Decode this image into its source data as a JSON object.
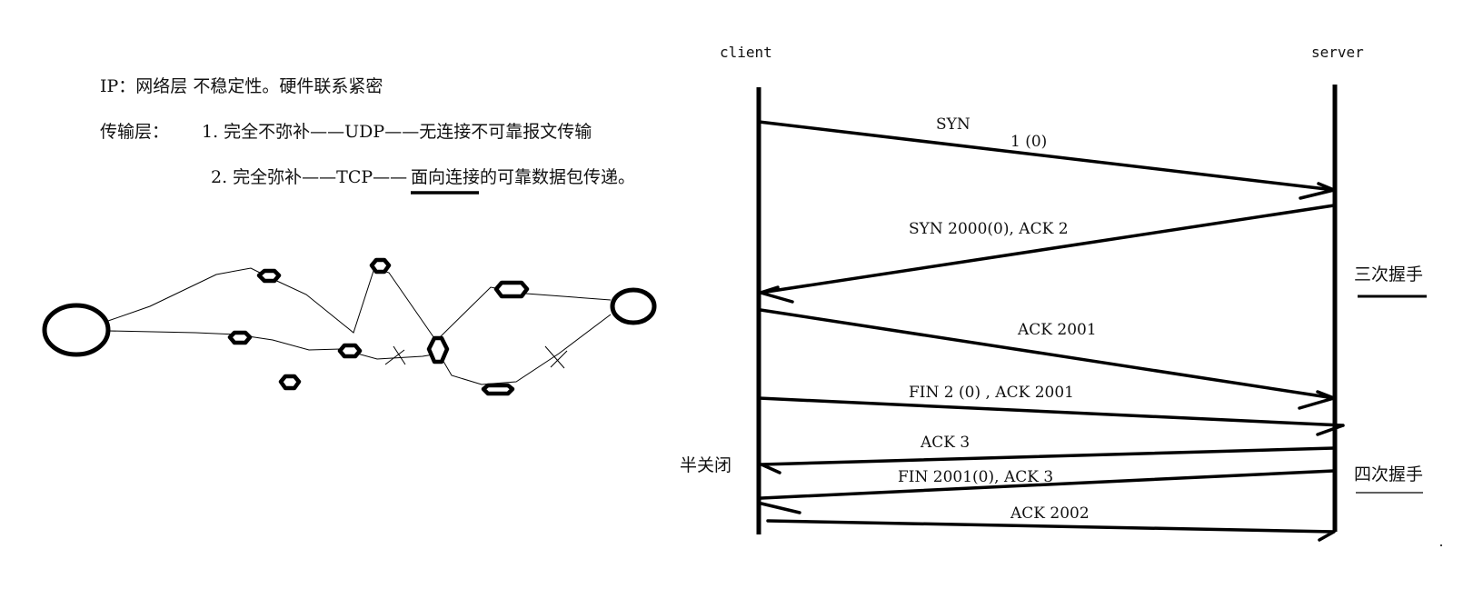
{
  "notes": {
    "ip_line": "IP：网络层 不稳定性。硬件联系紧密",
    "transport_label": "传输层：",
    "item1": "1. 完全不弥补——UDP——无连接不可靠报文传输",
    "item2_prefix": "2. 完全弥补——TCP——",
    "item2_underlined": "面向连接",
    "item2_suffix": "的可靠数据包传递。"
  },
  "sequence": {
    "client_label": "client",
    "server_label": "server",
    "messages": [
      {
        "id": "syn",
        "label": "SYN"
      },
      {
        "id": "syn-seq",
        "label": "1 (0)"
      },
      {
        "id": "synack",
        "label": "SYN 2000(0), ACK 2"
      },
      {
        "id": "ack2001",
        "label": "ACK 2001"
      },
      {
        "id": "fin1",
        "label": "FIN  2 (0) ,  ACK 2001"
      },
      {
        "id": "ack3",
        "label": "ACK 3"
      },
      {
        "id": "fin2",
        "label": "FIN 2001(0), ACK 3"
      },
      {
        "id": "ack2002",
        "label": "ACK 2002"
      }
    ],
    "three_way_label": "三次握手",
    "four_way_label": "四次握手",
    "half_close_label": "半关闭"
  }
}
